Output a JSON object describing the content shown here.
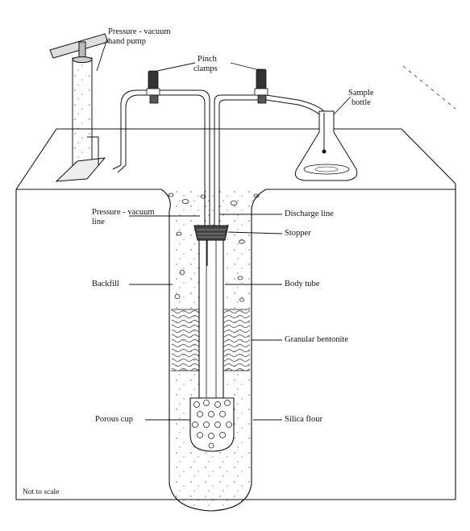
{
  "labels": {
    "pump": "Pressure - vacuum hand pump",
    "pump_line1": "Pressure - vacuum",
    "pump_line2": "hand pump",
    "clamps_line1": "Pinch",
    "clamps_line2": "clamps",
    "bottle_line1": "Sample",
    "bottle_line2": "bottle",
    "pressure_line1": "Pressure - vacuum",
    "pressure_line2": "line",
    "discharge": "Discharge line",
    "stopper": "Stopper",
    "backfill": "Backfill",
    "body_tube": "Body tube",
    "bentonite": "Granular bentonite",
    "porous_cup": "Porous cup",
    "silica": "Silica flour",
    "scale_note": "Not to scale"
  },
  "colors": {
    "ink": "#111111",
    "paper": "#ffffff",
    "pumpFill": "#e8e8e8"
  }
}
